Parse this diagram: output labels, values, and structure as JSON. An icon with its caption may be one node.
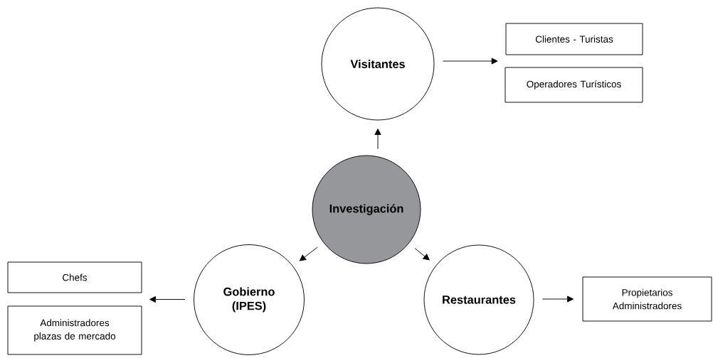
{
  "diagram": {
    "nodes": [
      {
        "text": [
          "Visitantes"
        ]
      },
      {
        "text": [
          "Clientes - Turistas"
        ]
      },
      {
        "text": [
          "Operadores Turísticos"
        ]
      },
      {
        "text": [
          "Investigación"
        ]
      },
      {
        "text": [
          "Chefs"
        ]
      },
      {
        "text": [
          "Administradores plazas de mercado"
        ]
      },
      {
        "text": [
          "Gobierno (IPES)"
        ]
      },
      {
        "text": [
          "Restaurantes"
        ]
      },
      {
        "text": [
          "Propietarios Administradores"
        ]
      }
    ],
    "edges": [
      {
        "from": 3,
        "to": 0,
        "arrow": "to"
      },
      {
        "from": 3,
        "to": 6,
        "arrow": "to"
      },
      {
        "from": 3,
        "to": 7,
        "arrow": "to"
      },
      {
        "from": 0,
        "to": 1,
        "arrow": "to"
      },
      {
        "from": 0,
        "to": 2,
        "arrow": "to"
      },
      {
        "from": 6,
        "to": 4,
        "arrow": "to"
      },
      {
        "from": 6,
        "to": 5,
        "arrow": "to"
      },
      {
        "from": 7,
        "to": 8,
        "arrow": "to"
      }
    ]
  }
}
